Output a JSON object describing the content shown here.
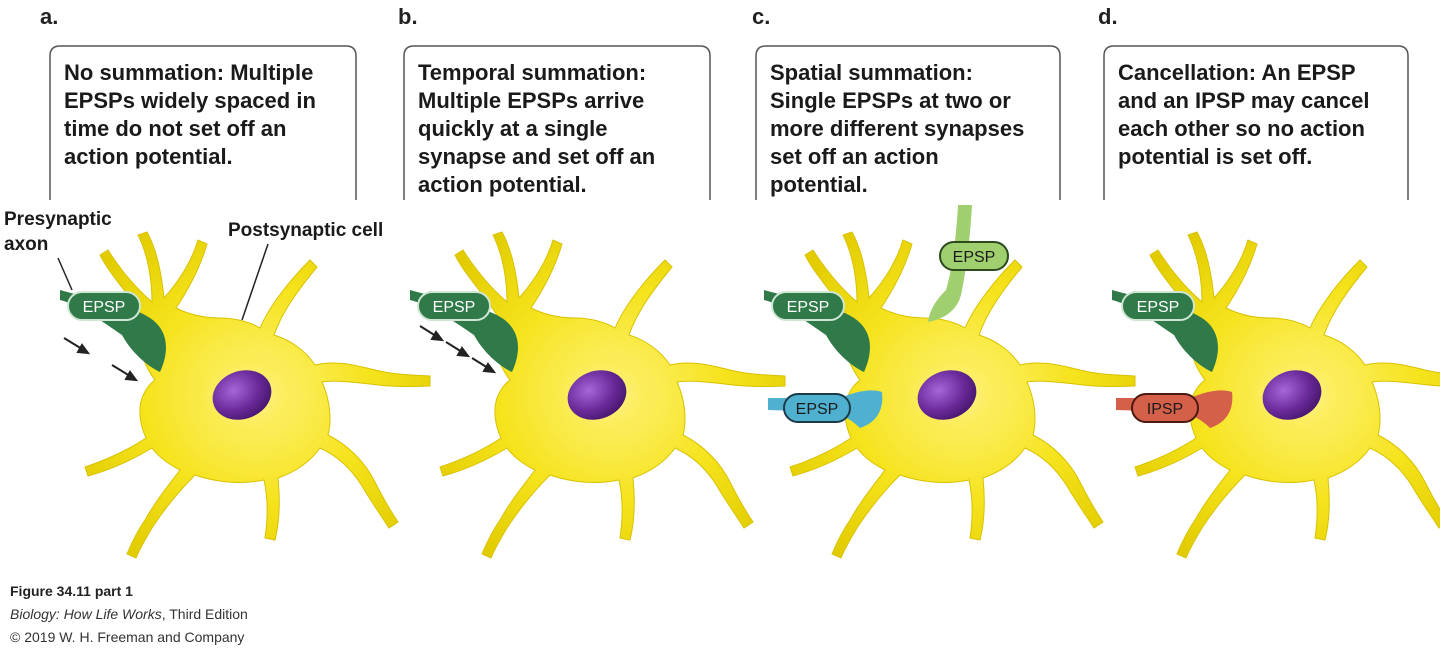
{
  "panels": [
    {
      "letter": "a.",
      "lines": [
        "No summation: Multiple",
        "EPSPs widely spaced in",
        "time do not set off an",
        "action potential."
      ],
      "tags": [
        {
          "text": "EPSP",
          "kind": "dark-green"
        }
      ]
    },
    {
      "letter": "b.",
      "lines": [
        "Temporal summation:",
        "Multiple EPSPs arrive",
        "quickly at a single",
        "synapse and set off an",
        "action potential."
      ],
      "tags": [
        {
          "text": "EPSP",
          "kind": "dark-green"
        }
      ]
    },
    {
      "letter": "c.",
      "lines": [
        "Spatial summation:",
        "Single EPSPs at two or",
        "more different synapses",
        "set off an action",
        "potential."
      ],
      "tags": [
        {
          "text": "EPSP",
          "kind": "dark-green"
        },
        {
          "text": "EPSP",
          "kind": "light-green"
        },
        {
          "text": "EPSP",
          "kind": "blue"
        }
      ]
    },
    {
      "letter": "d.",
      "lines": [
        "Cancellation: An EPSP",
        "and an IPSP may cancel",
        "each other so no action",
        "potential is set off."
      ],
      "tags": [
        {
          "text": "EPSP",
          "kind": "dark-green"
        },
        {
          "text": "IPSP",
          "kind": "red"
        }
      ]
    }
  ],
  "labels": {
    "presynaptic_line1": "Presynaptic",
    "presynaptic_line2": "axon",
    "postsynaptic": "Postsynaptic cell"
  },
  "caption": {
    "figure": "Figure 34.11 part 1",
    "book_title": "Biology: How Life Works",
    "book_edition": ", Third Edition",
    "copyright": "© 2019 W. H. Freeman and Company"
  },
  "colors": {
    "cell_yellow": "#f2e21a",
    "cell_shadow": "#c9b400",
    "nucleus": "#6a2a9a",
    "dark_green": "#2f7a48",
    "light_green": "#9fcf6e",
    "blue": "#4fb0d0",
    "red": "#d4604a"
  }
}
